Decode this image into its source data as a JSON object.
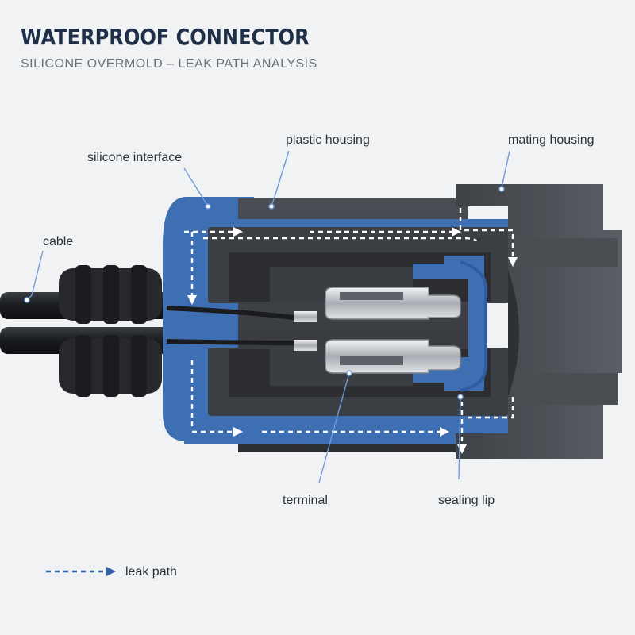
{
  "header": {
    "title": "WATERPROOF CONNECTOR",
    "subtitle": "SILICONE OVERMOLD – LEAK PATH ANALYSIS"
  },
  "callouts": {
    "silicone_interface": "silicone interface",
    "plastic_housing": "plastic housing",
    "mating_housing": "mating housing",
    "cable": "cable",
    "terminal": "terminal",
    "sealing_lip": "sealing lip"
  },
  "legend": {
    "leak_path": "leak path"
  },
  "colors": {
    "background": "#f1f2f4",
    "title": "#1f2f47",
    "silicone_blue": "#3f6fb3",
    "housing_dark": "#34373c",
    "leak_path": "#ffffff",
    "leader_line": "#6f9bd6"
  }
}
